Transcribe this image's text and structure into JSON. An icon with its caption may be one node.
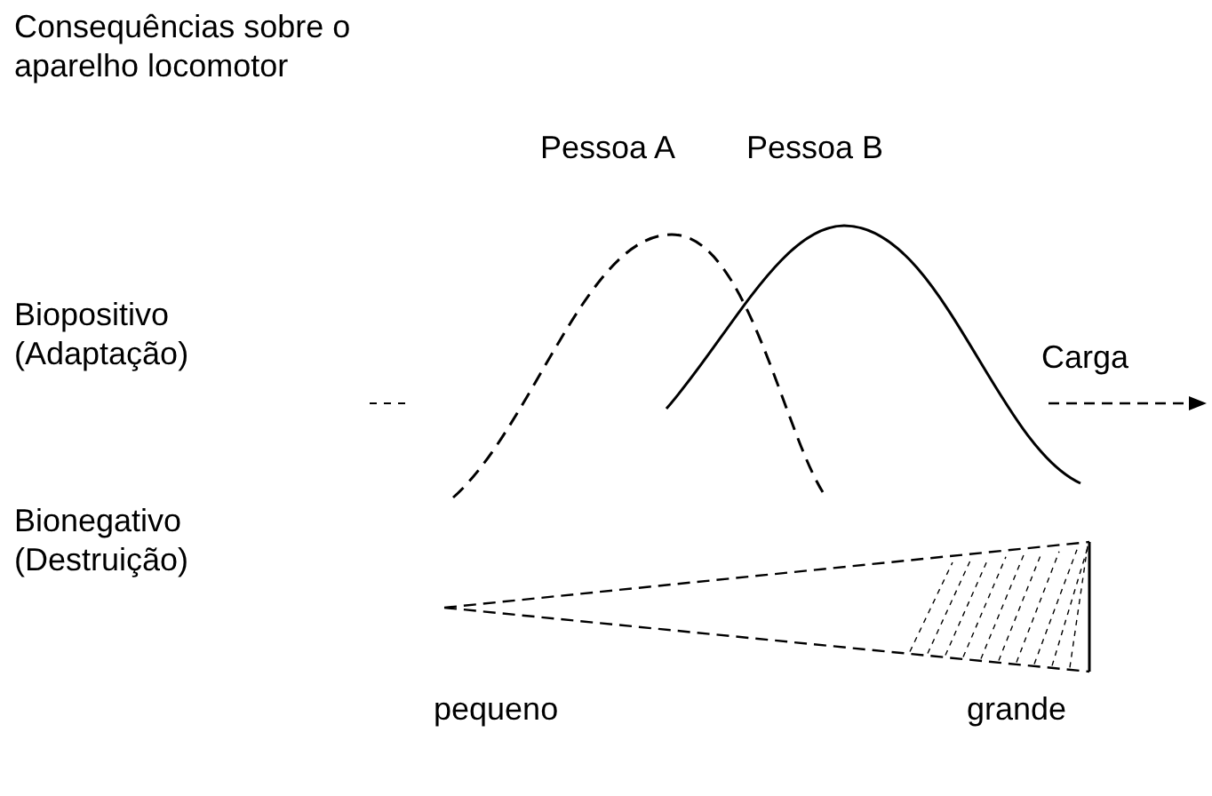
{
  "diagram": {
    "labels": [
      "Consequências sobre o aparelho locomotor",
      "Pessoa A",
      "Pessoa B",
      "Biopositivo (Adaptação)",
      "Carga",
      "Bionegativo (Destruição)",
      "pequeno",
      "grande"
    ]
  }
}
